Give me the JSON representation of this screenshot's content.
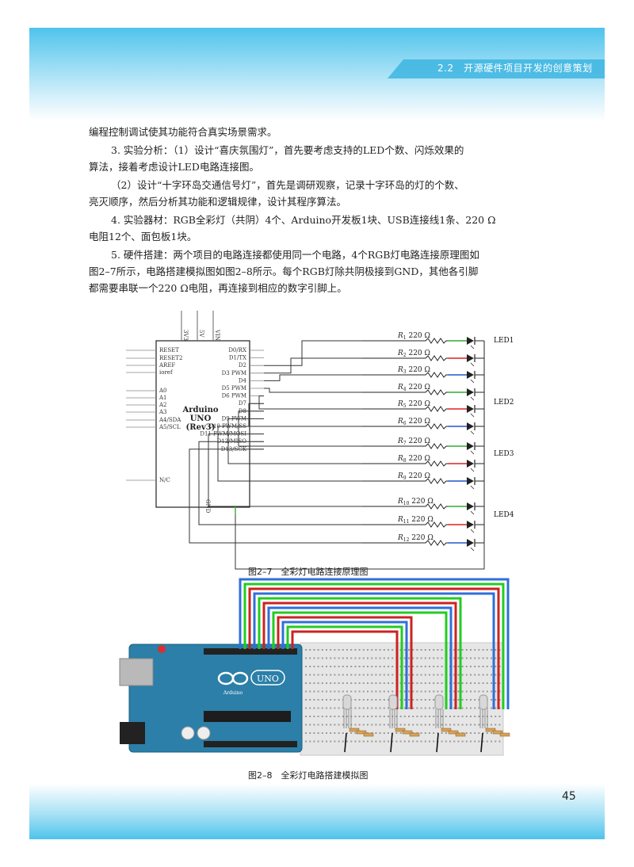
{
  "header": {
    "section_title": "2.2　开源硬件项目开发的创意策划"
  },
  "body": {
    "lines": [
      "编程控制调试使其功能符合真实场景需求。",
      "3. 实验分析：（1）设计“喜庆氛围灯”，首先要考虑支持的LED个数、闪烁效果的",
      "算法，接着考虑设计LED电路连接图。",
      "（2）设计“十字环岛交通信号灯”，首先是调研观察，记录十字环岛的灯的个数、",
      "亮灭顺序，然后分析其功能和逻辑规律，设计其程序算法。",
      "4. 实验器材：RGB全彩灯（共阴）4个、Arduino开发板1块、USB连接线1条、220 Ω",
      "电阻12个、面包板1块。",
      "5. 硬件搭建：两个项目的电路连接都使用同一个电路，4个RGB灯电路连接原理图如",
      "图2–7所示，电路搭建模拟图如图2–8所示。每个RGB灯除共阴极接到GND，其他各引脚",
      "都需要串联一个220 Ω电阻，再连接到相应的数字引脚上。"
    ]
  },
  "figure1": {
    "caption": "图2–7　全彩灯电路连接原理图",
    "board_title": [
      "Arduino",
      "UNO",
      "(Rev3)"
    ],
    "power_pins": [
      "3V3",
      "5V",
      "VIN"
    ],
    "left_pins": [
      "RESET",
      "RESET2",
      "AREF",
      "ioref",
      "A0",
      "A1",
      "A2",
      "A3",
      "A4/SDA",
      "A5/SCL",
      "N/C"
    ],
    "right_pins": [
      "D0/RX",
      "D1/TX",
      "D2",
      "D3 PWM",
      "D4",
      "D5 PWM",
      "D6 PWM",
      "D7",
      "D8",
      "D9 PWM",
      "D10 PWM/SS",
      "D11 PWM/MOSI",
      "D12/MISO",
      "D13/SCK"
    ],
    "gnd_label": "GND",
    "resistor_value": "220 Ω",
    "resistor_names": [
      "R",
      "R",
      "R",
      "R",
      "R",
      "R",
      "R",
      "R",
      "R",
      "R",
      "R",
      "R"
    ],
    "resistor_subs": [
      "1",
      "2",
      "3",
      "4",
      "5",
      "6",
      "7",
      "8",
      "9",
      "10",
      "11",
      "12"
    ],
    "led_labels": [
      "LED1",
      "LED2",
      "LED3",
      "LED4"
    ],
    "colors": {
      "wire": "#333333",
      "green": "#33aa33",
      "red": "#dd2222",
      "blue": "#2255cc"
    }
  },
  "figure2": {
    "caption": "图2–8　全彩灯电路搭建模拟图",
    "board_logo": "UNO",
    "board_brand": "Arduino",
    "colors": {
      "board": "#2b7fa8",
      "blue": "#2f6fd8",
      "green": "#22cc22",
      "red": "#cc2222",
      "breadboard": "#e4e4e4"
    }
  },
  "footer": {
    "page_number": "45"
  }
}
